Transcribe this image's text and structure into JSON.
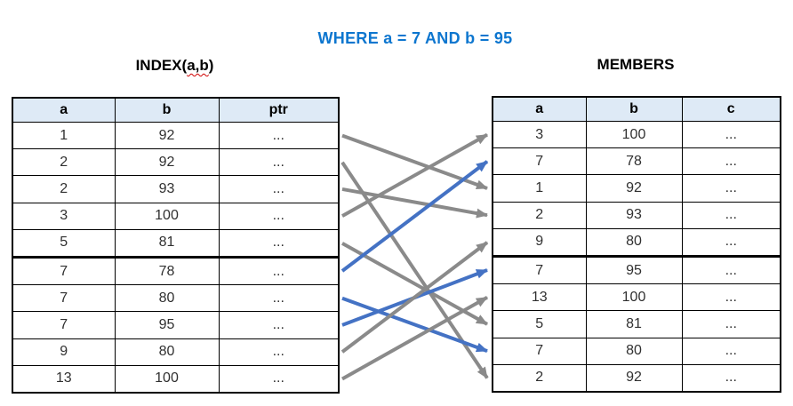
{
  "where_clause": {
    "text": "WHERE a = 7 AND b = 95"
  },
  "index_table": {
    "title_prefix": "INDEX(",
    "title_misspelled_part": "a,b",
    "title_suffix": ")",
    "columns": [
      "a",
      "b",
      "ptr"
    ],
    "rows": [
      [
        "1",
        "92",
        "..."
      ],
      [
        "2",
        "92",
        "..."
      ],
      [
        "2",
        "93",
        "..."
      ],
      [
        "3",
        "100",
        "..."
      ],
      [
        "5",
        "81",
        "..."
      ],
      [
        "7",
        "78",
        "..."
      ],
      [
        "7",
        "80",
        "..."
      ],
      [
        "7",
        "95",
        "..."
      ],
      [
        "9",
        "80",
        "..."
      ],
      [
        "13",
        "100",
        "..."
      ]
    ],
    "thick_border_above_row_index": 5
  },
  "members_table": {
    "title": "MEMBERS",
    "columns": [
      "a",
      "b",
      "c"
    ],
    "rows": [
      [
        "3",
        "100",
        "..."
      ],
      [
        "7",
        "78",
        "..."
      ],
      [
        "1",
        "92",
        "..."
      ],
      [
        "2",
        "93",
        "..."
      ],
      [
        "9",
        "80",
        "..."
      ],
      [
        "7",
        "95",
        "..."
      ],
      [
        "13",
        "100",
        "..."
      ],
      [
        "5",
        "81",
        "..."
      ],
      [
        "7",
        "80",
        "..."
      ],
      [
        "2",
        "92",
        "..."
      ]
    ],
    "thick_border_above_row_index": 5
  },
  "arrows": [
    {
      "from_row": 0,
      "to_row": 2,
      "color": "gray"
    },
    {
      "from_row": 1,
      "to_row": 9,
      "color": "gray"
    },
    {
      "from_row": 2,
      "to_row": 3,
      "color": "gray"
    },
    {
      "from_row": 3,
      "to_row": 0,
      "color": "gray"
    },
    {
      "from_row": 4,
      "to_row": 7,
      "color": "gray"
    },
    {
      "from_row": 5,
      "to_row": 1,
      "color": "blue"
    },
    {
      "from_row": 6,
      "to_row": 8,
      "color": "blue"
    },
    {
      "from_row": 7,
      "to_row": 5,
      "color": "blue"
    },
    {
      "from_row": 8,
      "to_row": 4,
      "color": "gray"
    },
    {
      "from_row": 9,
      "to_row": 6,
      "color": "gray"
    }
  ],
  "colors": {
    "where_text_blue": "#0d76cf",
    "arrow_gray": "#8a8a8a",
    "arrow_blue": "#4472c4",
    "header_fill": "#deeaf6",
    "squiggle_red": "#d00000",
    "table_border": "#000000"
  }
}
